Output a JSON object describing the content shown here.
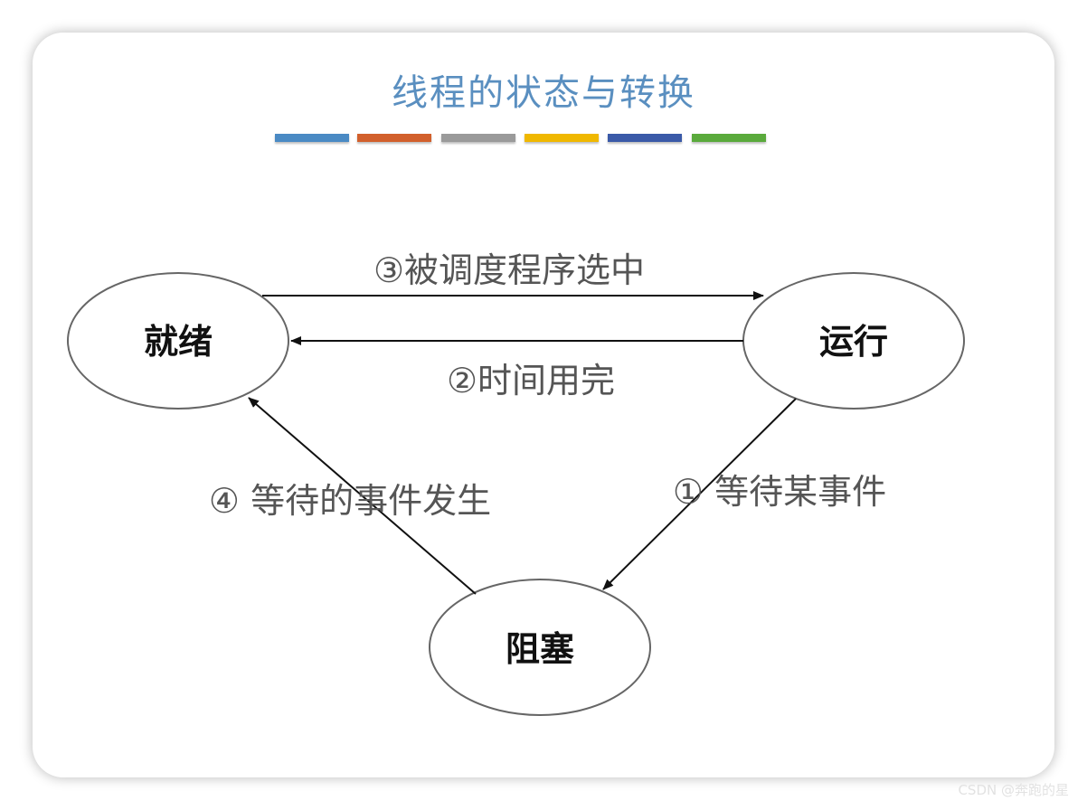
{
  "title": "线程的状态与转换",
  "color_bars": [
    {
      "color": "#4a8ac4"
    },
    {
      "color": "#d2602c"
    },
    {
      "color": "#9a9a9a"
    },
    {
      "color": "#f0b800"
    },
    {
      "color": "#3a5aa8"
    },
    {
      "color": "#5aaa3c"
    }
  ],
  "nodes": {
    "ready": "就绪",
    "running": "运行",
    "blocked": "阻塞"
  },
  "edges": {
    "selected": "③被调度程序选中",
    "timeout": "②时间用完",
    "wait": "① 等待某事件",
    "event_occurs": "④ 等待的事件发生"
  },
  "watermark": "CSDN @奔跑的星"
}
